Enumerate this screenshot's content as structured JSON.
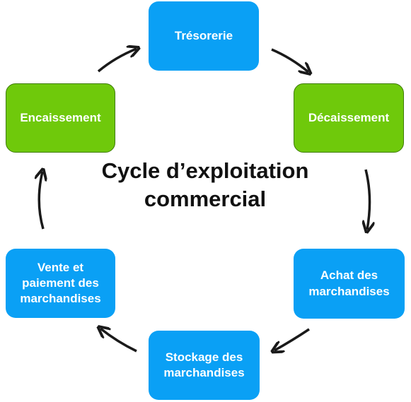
{
  "diagram": {
    "title": "Cycle d’exploitation\ncommercial",
    "nodes": {
      "tresorerie": {
        "label": "Trésorerie"
      },
      "decaissement": {
        "label": "Décaissement"
      },
      "achat": {
        "label": "Achat des\nmarchandises"
      },
      "stockage": {
        "label": "Stockage des\nmarchandises"
      },
      "vente": {
        "label": "Vente et\npaiement des\nmarchandises"
      },
      "encaissement": {
        "label": "Encaissement"
      }
    },
    "edges": [
      {
        "from": "Trésorerie",
        "to": "Décaissement"
      },
      {
        "from": "Décaissement",
        "to": "Achat des marchandises"
      },
      {
        "from": "Achat des marchandises",
        "to": "Stockage des marchandises"
      },
      {
        "from": "Stockage des marchandises",
        "to": "Vente et paiement des marchandises"
      },
      {
        "from": "Vente et paiement des marchandises",
        "to": "Encaissement"
      },
      {
        "from": "Encaissement",
        "to": "Trésorerie"
      }
    ],
    "colors": {
      "blue_node": "#0aa0f5",
      "green_node": "#6fc90b",
      "arrow": "#1a1a1a",
      "title_text": "#111111"
    }
  }
}
